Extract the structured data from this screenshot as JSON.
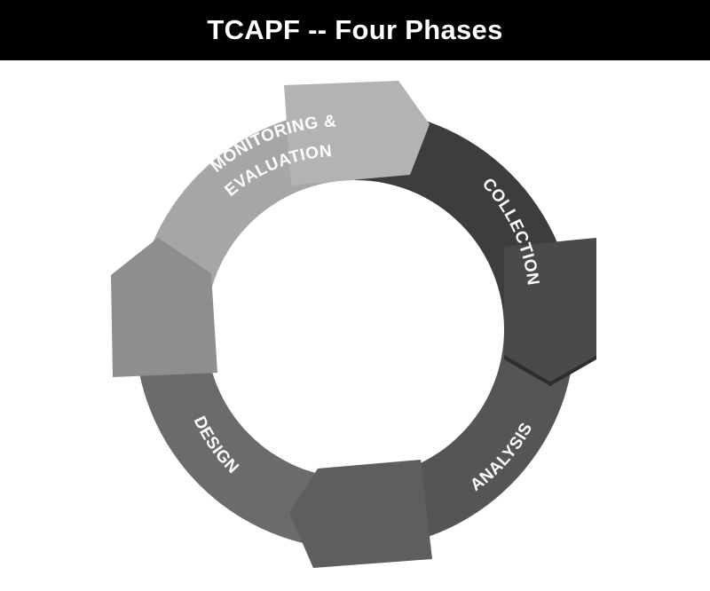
{
  "title": "TCAPF -- Four Phases",
  "phases": [
    {
      "id": "monitoring-evaluation",
      "label_lines": [
        "MONITORING &",
        "EVALUATION"
      ],
      "color": "#a6a6a6"
    },
    {
      "id": "collection",
      "label_lines": [
        "COLLECTION"
      ],
      "color": "#3d3d3d"
    },
    {
      "id": "analysis",
      "label_lines": [
        "ANALYSIS"
      ],
      "color": "#555555"
    },
    {
      "id": "design",
      "label_lines": [
        "DESIGN"
      ],
      "color": "#6b6b6b"
    }
  ]
}
